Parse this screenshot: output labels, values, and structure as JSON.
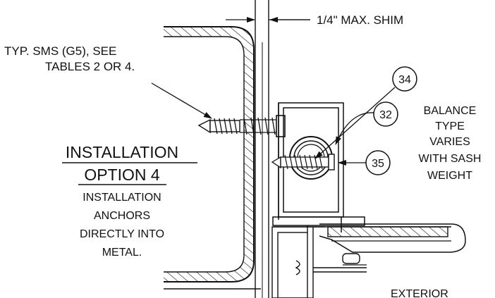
{
  "labels": {
    "shim": "1/4\" MAX. SHIM",
    "sms_line1": "TYP. SMS (G5), SEE",
    "sms_line2": "TABLES 2 OR 4.",
    "title_line1": "INSTALLATION",
    "title_line2": "OPTION 4",
    "desc_line1": "INSTALLATION",
    "desc_line2": "ANCHORS",
    "desc_line3": "DIRECTLY INTO",
    "desc_line4": "METAL.",
    "balance_line1": "BALANCE",
    "balance_line2": "TYPE",
    "balance_line3": "VARIES",
    "balance_line4": "WITH SASH",
    "balance_line5": "WEIGHT",
    "exterior": "EXTERIOR"
  },
  "callouts": {
    "c34": "34",
    "c32": "32",
    "c35": "35"
  },
  "colors": {
    "ink": "#111111",
    "paper": "#ffffff"
  }
}
